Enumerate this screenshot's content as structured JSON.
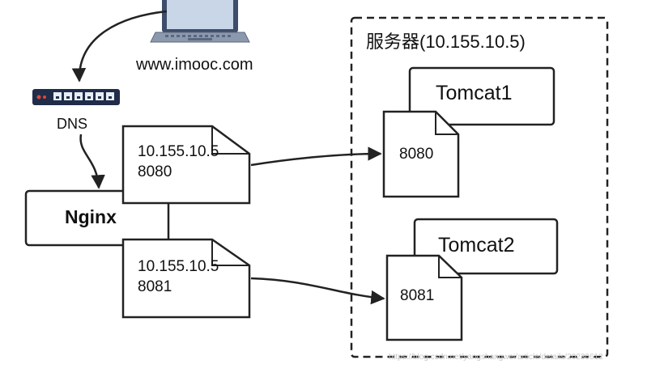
{
  "diagram": {
    "client": {
      "url": "www.imooc.com"
    },
    "dns": {
      "label": "DNS"
    },
    "proxy": {
      "label": "Nginx"
    },
    "server": {
      "title": "服务器(10.155.10.5)"
    },
    "upstreams": [
      {
        "ip": "10.155.10.5",
        "port": "8080"
      },
      {
        "ip": "10.155.10.5",
        "port": "8081"
      }
    ],
    "instances": [
      {
        "name": "Tomcat1",
        "port": "8080"
      },
      {
        "name": "Tomcat2",
        "port": "8081"
      }
    ],
    "watermark": "https://blog.csdn.net/yangshangwei/article/details/20230612"
  },
  "colors": {
    "line": "#222222",
    "box_border": "#222222",
    "router_body": "#1f2d4a",
    "router_port": "#e8edf5",
    "router_led": "#e0463a",
    "laptop_frame": "#3d4d6a",
    "laptop_screen": "#c9d6e8",
    "laptop_base": "#8c99ad"
  }
}
